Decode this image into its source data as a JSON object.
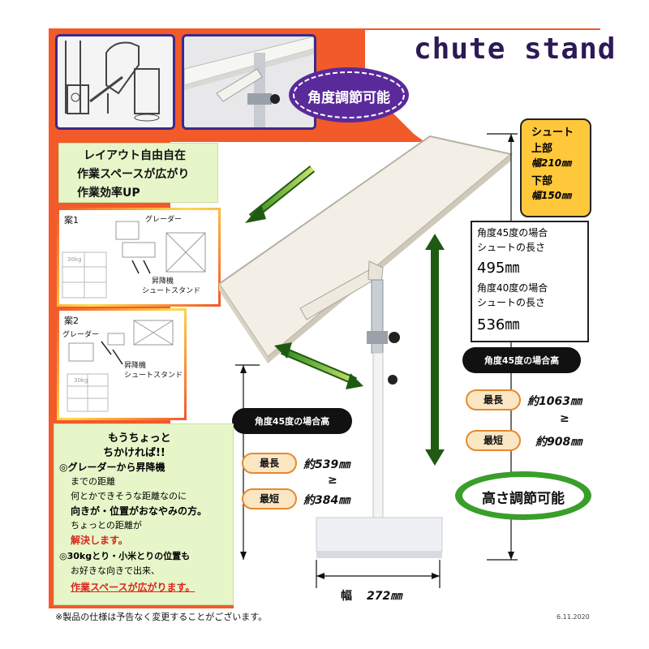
{
  "title": "chute stand",
  "badge_angle": "角度調節可能",
  "badge_height": "高さ調節可能",
  "layout_box": {
    "line1": "レイアウト自由自在",
    "line2": "作業スペースが広がり",
    "line3": "作業効率UP"
  },
  "plan1": {
    "label": "案1",
    "grader": "グレーダー",
    "lift": "昇降機",
    "stand": "シュートスタンド",
    "bag": "30kg"
  },
  "plan2": {
    "label": "案2",
    "grader": "グレーダー",
    "lift": "昇降機",
    "stand": "シュートスタンド",
    "bag": "30kg"
  },
  "chute_spec": {
    "line1": "シュート",
    "line2": "上部",
    "line3": "幅210㎜",
    "line4": "下部",
    "line5": "幅150㎜"
  },
  "length_spec": {
    "line1": "角度45度の場合",
    "line2": "シュートの長さ",
    "value1": "495㎜",
    "line3": "角度40度の場合",
    "line4": "シュートの長さ",
    "value2": "536㎜"
  },
  "height_right": {
    "header": "角度45度の場合高",
    "max_label": "最長",
    "max_value": "約1063㎜",
    "approx": "≥",
    "min_label": "最短",
    "min_value": "約908㎜"
  },
  "height_left": {
    "header": "角度45度の場合高",
    "max_label": "最長",
    "max_value": "約539㎜",
    "approx": "≥",
    "min_label": "最短",
    "min_value": "約384㎜"
  },
  "width": {
    "label": "幅",
    "value": "272㎜"
  },
  "promo": {
    "line1": "もうちょっと",
    "line2": "ちかければ!!",
    "line3": "◎グレーダーから昇降機",
    "line4": "までの距離",
    "line5": "何とかできそうな距離なのに",
    "line6": "向きが・位置がおなやみの方。",
    "line7": "ちょっとの距離が",
    "line8": "解決します。",
    "line9": "◎30kgとり・小米とりの位置も",
    "line10": "お好きな向きで出来、",
    "line11": "作業スペースが広がります。"
  },
  "footer_note": "※製品の仕様は予告なく変更することがございます。",
  "date": "6.11.2020",
  "colors": {
    "panel": "#f25a2a",
    "badge_purple": "#5a2a9a",
    "badge_green": "#3a9e2a",
    "accent_red": "#d9261c"
  }
}
